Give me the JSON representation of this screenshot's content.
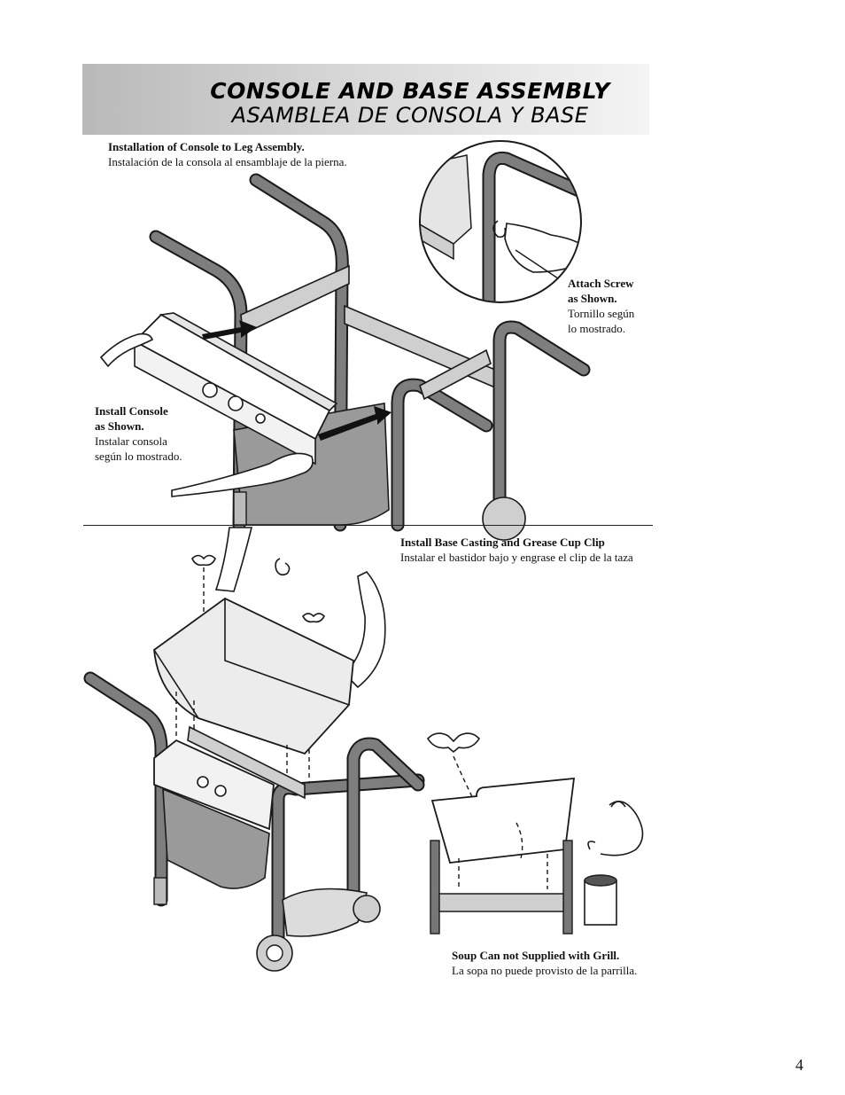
{
  "header": {
    "title_en": "CONSOLE AND BASE ASSEMBLY",
    "title_es": "ASAMBLEA DE CONSOLA Y BASE"
  },
  "top_section": {
    "caption_bold": "Installation of Console to Leg Assembly.",
    "caption_text": "Instalación de la consola al ensamblaje de la pierna.",
    "install_bold_1": "Install Console",
    "install_bold_2": "as Shown.",
    "install_text_1": "Instalar consola",
    "install_text_2": "según lo mostrado.",
    "screw_bold_1": "Attach Screw",
    "screw_bold_2": "as Shown.",
    "screw_text_1": "Tornillo según",
    "screw_text_2": "lo mostrado."
  },
  "bottom_section": {
    "caption_bold": "Install Base Casting and Grease Cup Clip",
    "caption_text": "Instalar el bastidor bajo y engrase el clip de la taza",
    "note_bold": "Soup Can not Supplied with Grill.",
    "note_text": "La sopa no puede provisto de la parrilla."
  },
  "page_number": "4"
}
